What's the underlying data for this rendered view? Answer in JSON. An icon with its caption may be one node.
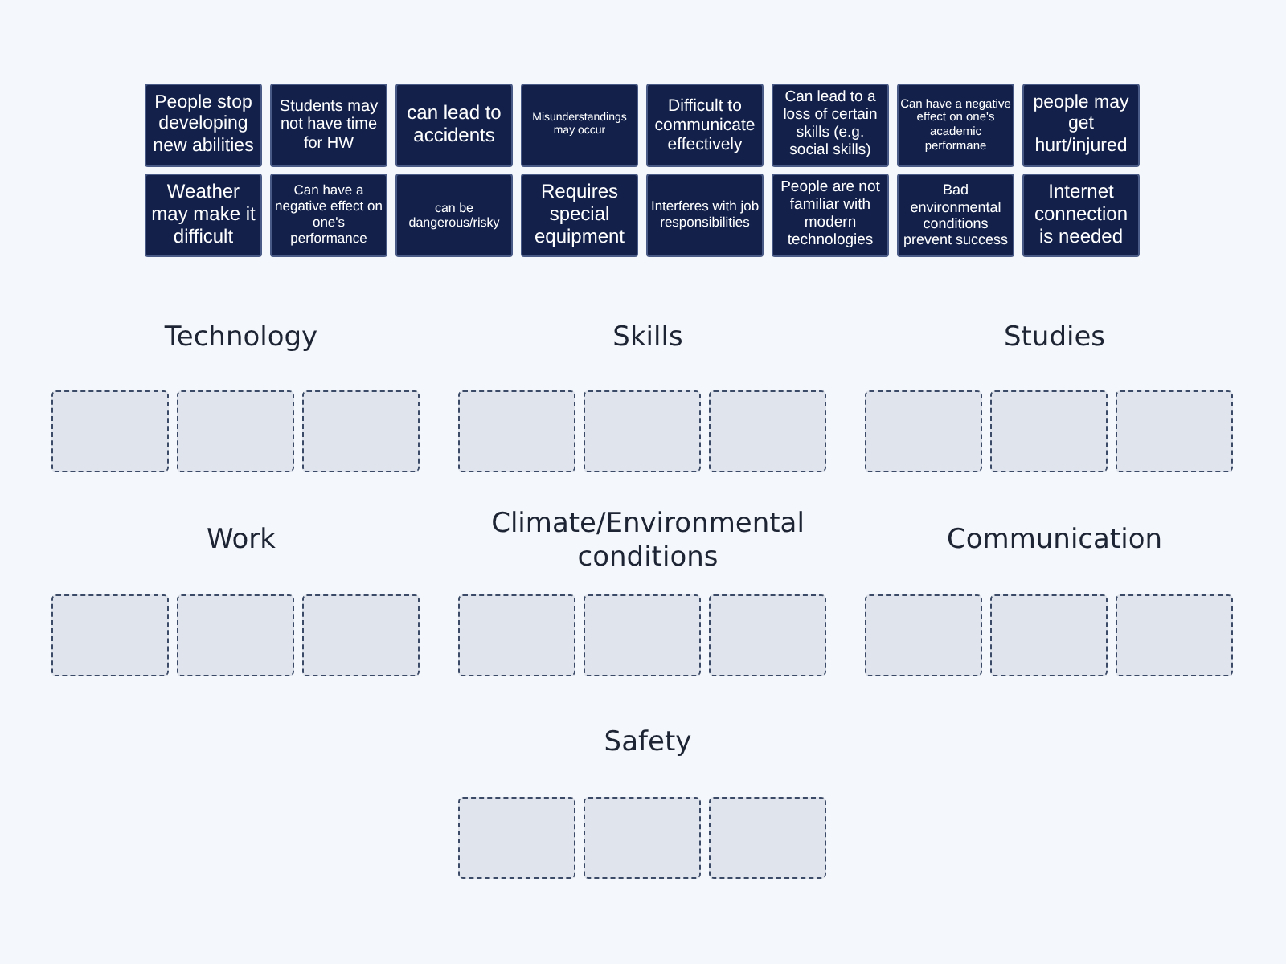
{
  "diagram": {
    "nodes": [
      {
        "text": [
          "People stop developing new abilities"
        ]
      },
      {
        "text": [
          "Students may not have time for HW"
        ]
      },
      {
        "text": [
          "can lead to accidents"
        ]
      },
      {
        "text": [
          "Misunderstandings may occur"
        ]
      },
      {
        "text": [
          "Difficult to communicate effectively"
        ]
      },
      {
        "text": [
          "Can lead to a loss of certain skills (e.g. social skills)"
        ]
      },
      {
        "text": [
          "Can have a negative effect on one's academic performane"
        ]
      },
      {
        "text": [
          "people may get hurt/injured"
        ]
      },
      {
        "text": [
          "Weather may make it difficult"
        ]
      },
      {
        "text": [
          "Can have a negative effect on one's performance"
        ]
      },
      {
        "text": [
          "can be dangerous/risky"
        ]
      },
      {
        "text": [
          "Requires special equipment"
        ]
      },
      {
        "text": [
          "Interferes with job responsibilities"
        ]
      },
      {
        "text": [
          "People are not familiar with modern technologies"
        ]
      },
      {
        "text": [
          "Bad environmental conditions prevent success"
        ]
      },
      {
        "text": [
          "Internet connection is needed"
        ]
      },
      {
        "text": [],
        "shape": "box"
      },
      {
        "text": [],
        "shape": "box"
      },
      {
        "text": [],
        "shape": "box"
      },
      {
        "text": [],
        "shape": "box"
      },
      {
        "text": [],
        "shape": "box"
      },
      {
        "text": [],
        "shape": "box"
      },
      {
        "text": [],
        "shape": "box"
      },
      {
        "text": [],
        "shape": "box"
      },
      {
        "text": [],
        "shape": "box"
      },
      {
        "text": [],
        "shape": "box"
      },
      {
        "text": [],
        "shape": "box"
      },
      {
        "text": [],
        "shape": "box"
      },
      {
        "text": [],
        "shape": "box"
      },
      {
        "text": [],
        "shape": "box"
      },
      {
        "text": [],
        "shape": "box"
      },
      {
        "text": [],
        "shape": "box"
      },
      {
        "text": [],
        "shape": "box"
      },
      {
        "text": [],
        "shape": "box"
      },
      {
        "text": [],
        "shape": "box"
      },
      {
        "text": [],
        "shape": "box"
      },
      {
        "text": [],
        "shape": "box"
      }
    ],
    "labels": [
      "Technology",
      "Skills",
      "Studies",
      "Work",
      "Climate/Environmental conditions",
      "Communication",
      "Safety"
    ]
  }
}
